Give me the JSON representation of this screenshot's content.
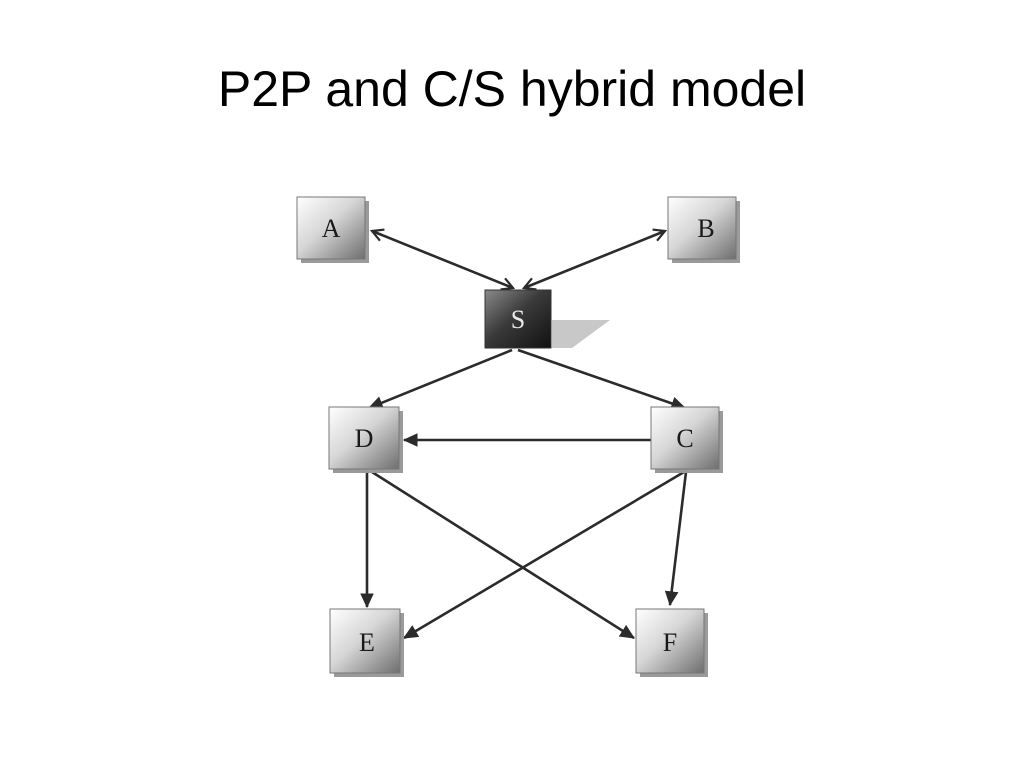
{
  "title": "P2P and C/S hybrid model",
  "colors": {
    "edge": "#2b2b2b",
    "node_light": "#ffffff",
    "node_dark": "#6e6e6e",
    "server_dark": "#111111",
    "server_light": "#8a8a8a",
    "shadow": "#9a9a9a"
  },
  "nodes": [
    {
      "id": "A",
      "label": "A"
    },
    {
      "id": "B",
      "label": "B"
    },
    {
      "id": "S",
      "label": "S"
    },
    {
      "id": "D",
      "label": "D"
    },
    {
      "id": "C",
      "label": "C"
    },
    {
      "id": "E",
      "label": "E"
    },
    {
      "id": "F",
      "label": "F"
    }
  ],
  "edges": [
    {
      "from": "A",
      "to": "S",
      "type": "bidirectional"
    },
    {
      "from": "B",
      "to": "S",
      "type": "bidirectional"
    },
    {
      "from": "S",
      "to": "D",
      "type": "directed"
    },
    {
      "from": "S",
      "to": "C",
      "type": "directed"
    },
    {
      "from": "C",
      "to": "D",
      "type": "directed"
    },
    {
      "from": "D",
      "to": "E",
      "type": "directed"
    },
    {
      "from": "D",
      "to": "F",
      "type": "directed"
    },
    {
      "from": "C",
      "to": "E",
      "type": "directed"
    },
    {
      "from": "C",
      "to": "F",
      "type": "directed"
    }
  ]
}
